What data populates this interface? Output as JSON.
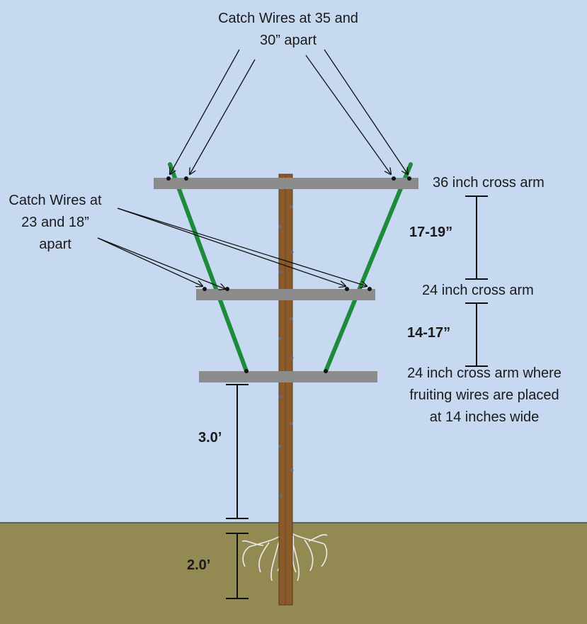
{
  "labels": {
    "top_catch": {
      "line1": "Catch Wires at 35 and",
      "line2": "30” apart"
    },
    "mid_catch": {
      "line1": "Catch Wires at",
      "line2": "23 and 18”",
      "line3": "apart"
    },
    "arm_36": "36 inch cross arm",
    "arm_24_mid": "24 inch cross arm",
    "arm_24_low": {
      "line1": "24 inch cross arm where",
      "line2": "fruiting wires are placed",
      "line3": "at 14 inches wide"
    },
    "dim_17_19": "17-19”",
    "dim_14_17": "14-17”",
    "dim_above_ground": "3.0’",
    "dim_below_ground": "2.0’"
  },
  "colors": {
    "sky": "#c6d9f1",
    "ground": "#938953",
    "cross_arm": "#8c8c8c",
    "post": "#8b5a2b",
    "catch_wire": "#1e8a3c",
    "roots": "#e8e8e8"
  }
}
